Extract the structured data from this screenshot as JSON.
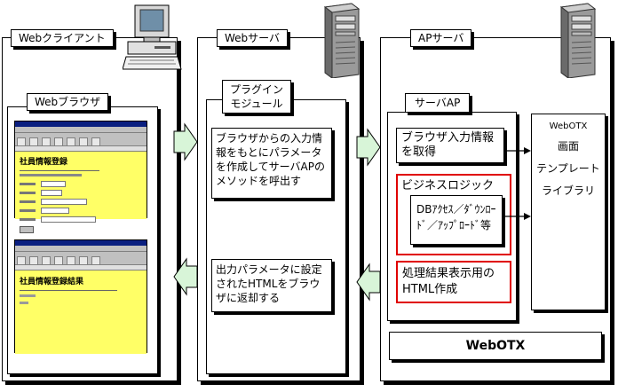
{
  "columns": {
    "web_client": {
      "label": "Webクライアント"
    },
    "web_server": {
      "label": "Webサーバ"
    },
    "ap_server": {
      "label": "APサーバ"
    }
  },
  "web_browser": {
    "label": "Webブラウザ",
    "form_screen": {
      "title": "社員情報登録"
    },
    "result_screen": {
      "title": "社員情報登録結果"
    }
  },
  "plugin_module": {
    "label_line1": "プラグイン",
    "label_line2": "モジュール",
    "request_text": "ブラウザからの入力情報をもとにパラメータを作成してサーバAPのメソッドを呼出す",
    "response_text": "出力パラメータに設定されたHTMLをブラウザに返却する"
  },
  "server_ap": {
    "label": "サーバAP",
    "get_input": "ブラウザ入力情報を取得",
    "business_logic": "ビジネスロジック",
    "db_access": "DBｱｸｾｽ／ﾀﾞｳﾝﾛｰﾄﾞ／ｱｯﾌﾟﾛｰﾄﾞ等",
    "html_create": "処理結果表示用のHTML作成"
  },
  "webotx_library": {
    "line1": "WebOTX",
    "line2": "画面",
    "line3": "テンプレート",
    "line4": "ライブラリ"
  },
  "webotx_footer": "WebOTX",
  "colors": {
    "highlight_border": "#e00000",
    "flow_arrow_fill": "#d8f5d8",
    "screen_background": "#ffff66",
    "browser_chrome": "#c0c0c0"
  },
  "icons": [
    "desktop-computer-icon",
    "tower-server-icon",
    "tower-server-icon"
  ]
}
